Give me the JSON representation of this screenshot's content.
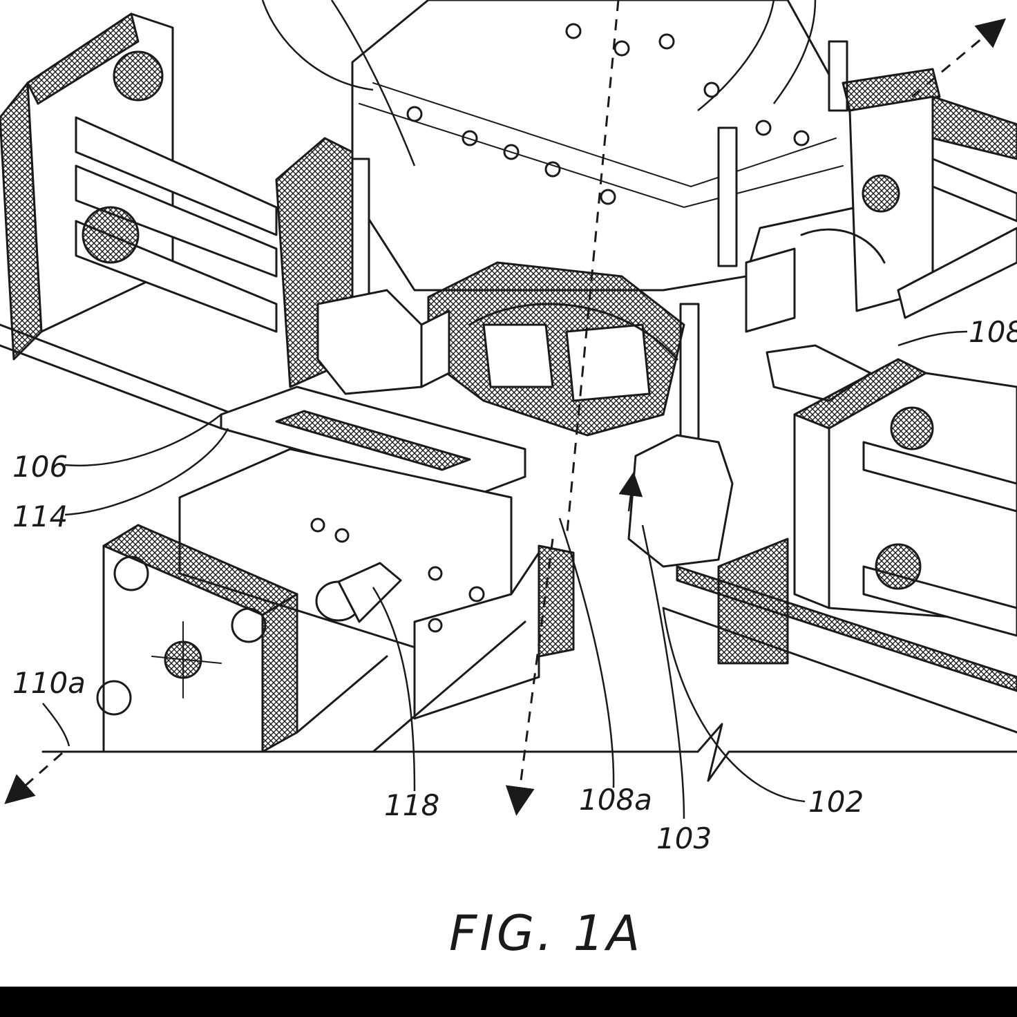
{
  "figure": {
    "caption": "FIG. 1A"
  },
  "reference_labels": {
    "r106": "106",
    "r114": "114",
    "r110a": "110a",
    "r118": "118",
    "r108a": "108a",
    "r103": "103",
    "r102": "102",
    "r108_partial": "108"
  },
  "colors": {
    "ink": "#1a1a1a",
    "paper": "#ffffff",
    "bottom_bar": "#000000"
  }
}
